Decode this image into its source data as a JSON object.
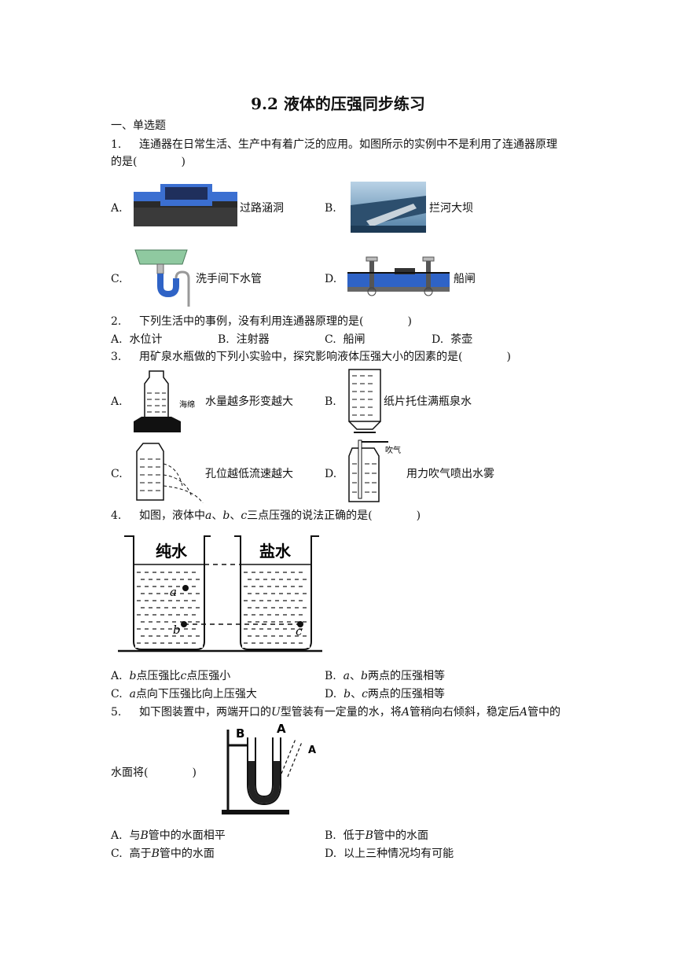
{
  "title": "9.2 液体的压强同步练习",
  "section": "一、单选题",
  "q1": {
    "num": "1.",
    "text_line1": "连通器在日常生活、生产中有着广泛的应用。如图所示的实例中不是利用了连通器原理",
    "text_line2": "的是(　　　　)",
    "options": [
      {
        "letter": "A.",
        "label": "过路涵洞"
      },
      {
        "letter": "B.",
        "label": "拦河大坝"
      },
      {
        "letter": "C.",
        "label": "洗手间下水管"
      },
      {
        "letter": "D.",
        "label": "船闸"
      }
    ]
  },
  "q2": {
    "num": "2.",
    "text": "下列生活中的事例，没有利用连通器原理的是(　　　　)",
    "options": [
      {
        "letter": "A.",
        "label": "水位计"
      },
      {
        "letter": "B.",
        "label": "注射器"
      },
      {
        "letter": "C.",
        "label": "船闸"
      },
      {
        "letter": "D.",
        "label": "茶壶"
      }
    ]
  },
  "q3": {
    "num": "3.",
    "text": "用矿泉水瓶做的下列小实验中，探究影响液体压强大小的因素的是(　　　　)",
    "fig_label_sponge": "海绵",
    "fig_label_blow": "吹气",
    "options": [
      {
        "letter": "A.",
        "label": "水量越多形变越大"
      },
      {
        "letter": "B.",
        "label": "纸片托住满瓶泉水"
      },
      {
        "letter": "C.",
        "label": "孔位越低流速越大"
      },
      {
        "letter": "D.",
        "label": "用力吹气喷出水雾"
      }
    ]
  },
  "q4": {
    "num": "4.",
    "text_pre": "如图，液体中",
    "a": "a",
    "sep1": "、",
    "b": "b",
    "sep2": "、",
    "c": "c",
    "text_post": "三点压强的说法正确的是(　　　　)",
    "fig_left": "纯水",
    "fig_right": "盐水",
    "fig_a": "a",
    "fig_b": "b",
    "fig_c": "c",
    "options": [
      {
        "letter": "A.",
        "v1": "b",
        "mid": "点压强比",
        "v2": "c",
        "post": "点压强小"
      },
      {
        "letter": "B.",
        "v1": "a",
        "mid": "、",
        "v2": "b",
        "post": "两点的压强相等"
      },
      {
        "letter": "C.",
        "v1": "a",
        "mid": "点向下压强比向上压强大",
        "v2": "",
        "post": ""
      },
      {
        "letter": "D.",
        "v1": "b",
        "mid": "、",
        "v2": "c",
        "post": "两点的压强相等"
      }
    ]
  },
  "q5": {
    "num": "5.",
    "text_pre": "如下图装置中，两端开口的",
    "u": "U",
    "text_mid": "型管装有一定量的水，将",
    "a": "A",
    "text_post": "管稍向右倾斜，稳定后",
    "a2": "A",
    "text_end": "管中的",
    "line2": "水面将(　　　　)",
    "fig_A": "A",
    "fig_B": "B",
    "options": [
      {
        "letter": "A.",
        "pre": "与",
        "v": "B",
        "post": "管中的水面相平"
      },
      {
        "letter": "B.",
        "pre": "低于",
        "v": "B",
        "post": "管中的水面"
      },
      {
        "letter": "C.",
        "pre": "高于",
        "v": "B",
        "post": "管中的水面"
      },
      {
        "letter": "D.",
        "pre": "以上三种情况均有可能",
        "v": "",
        "post": ""
      }
    ]
  }
}
